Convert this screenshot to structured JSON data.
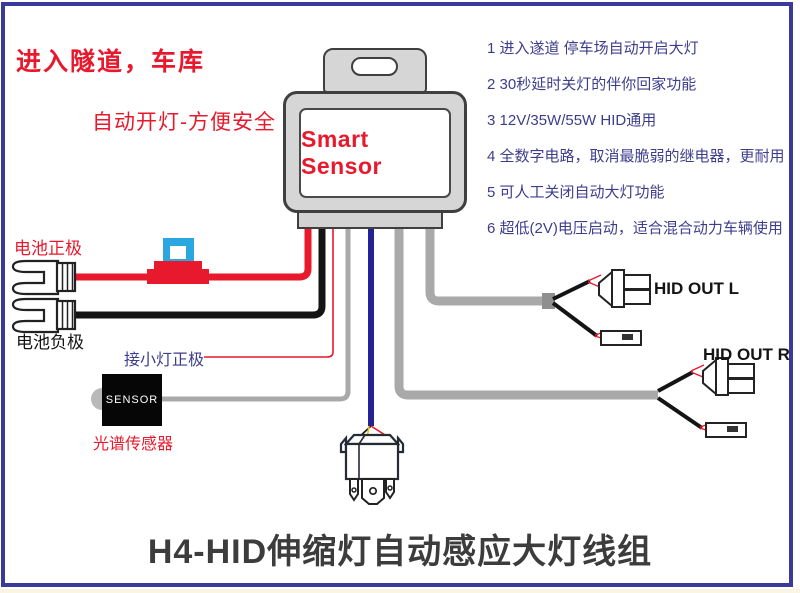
{
  "header": {
    "line1": "进入隧道，车库",
    "line2": "自动开灯-方便安全"
  },
  "device": {
    "label": "Smart Sensor"
  },
  "features": [
    "1 进入遂道 停车场自动开启大灯",
    "2 30秒延时关灯的伴你回家功能",
    "3 12V/35W/55W HID通用",
    "4 全数字电路，取消最脆弱的继电器，更耐用",
    "5 可人工关闭自动大灯功能",
    "6 超低(2V)电压启动，适合混合动力车辆使用"
  ],
  "wiring_labels": {
    "battery_positive": "电池正极",
    "battery_negative": "电池负极",
    "parking_lamp_positive": "接小灯正极",
    "sensor_chip": "SENSOR",
    "spectrum_sensor": "光谱传感器",
    "hid_out_left": "HID OUT L",
    "hid_out_right": "HID OUT R"
  },
  "footer": {
    "title": "H4-HID伸缩灯自动感应大灯线组"
  },
  "colors": {
    "frame_border": "#3a3a9d",
    "accent_red": "#e8192c",
    "feature_text": "#3d3d8c",
    "blue_wire": "#232394",
    "gray_wire": "#a9a9a9",
    "black_wire": "#141414",
    "fuse_cyan": "#2aa7e0",
    "relay_gray": "#d6d6d6"
  }
}
